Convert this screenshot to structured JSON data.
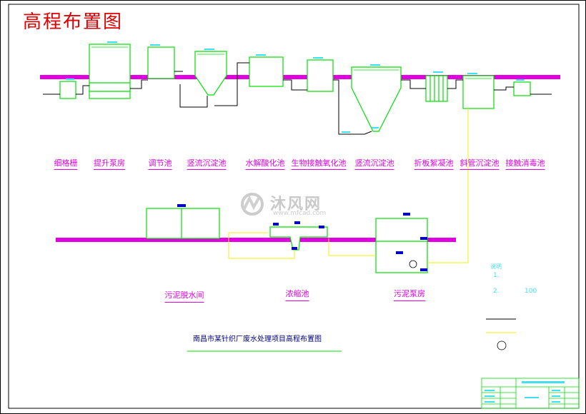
{
  "title": "高程布置图",
  "process_units": [
    {
      "label": "细格栅"
    },
    {
      "label": "提升泵房"
    },
    {
      "label": "调节池"
    },
    {
      "label": "竖流沉淀池"
    },
    {
      "label": "水解酸化池"
    },
    {
      "label": "生物接触氧化池"
    },
    {
      "label": "竖流沉淀池"
    },
    {
      "label": "折板絮凝池"
    },
    {
      "label": "斜管沉淀池"
    },
    {
      "label": "接触消毒池"
    }
  ],
  "sludge_units": [
    {
      "label": "污泥脱水间"
    },
    {
      "label": "浓缩池"
    },
    {
      "label": "污泥泵房"
    }
  ],
  "project_title": "南昌市某针织厂废水处理项目高程布置图",
  "notes": {
    "heading": "说明",
    "items": [
      "1.",
      "2."
    ],
    "number": "100"
  },
  "watermark": {
    "text": "沐风网",
    "url": "www.mfcad.com"
  },
  "colors": {
    "ground": "#e000e0",
    "structure": "#00e000",
    "pipe": "#000000",
    "sludge_pipe": "#f0f000",
    "annotation": "#40e0f0",
    "title": "#e00000",
    "level_marker": "#0000c0"
  }
}
